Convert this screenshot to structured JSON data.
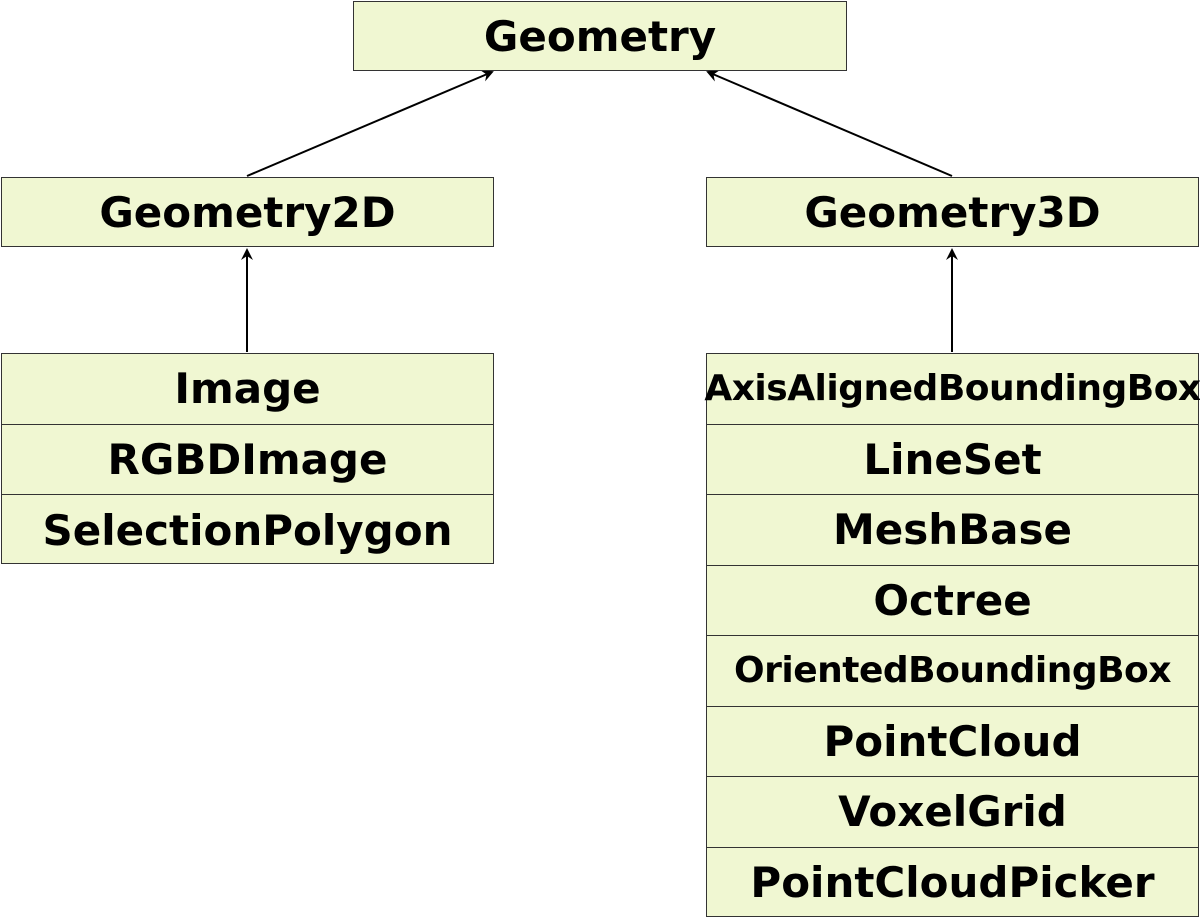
{
  "root": {
    "label": "Geometry"
  },
  "geometry2d": {
    "label": "Geometry2D",
    "children": [
      "Image",
      "RGBDImage",
      "SelectionPolygon"
    ]
  },
  "geometry3d": {
    "label": "Geometry3D",
    "children": [
      "AxisAlignedBoundingBox",
      "LineSet",
      "MeshBase",
      "Octree",
      "OrientedBoundingBox",
      "PointCloud",
      "VoxelGrid",
      "PointCloudPicker"
    ]
  },
  "colors": {
    "box_fill": "#f0f7d2",
    "border": "#333333",
    "edge": "#000000"
  }
}
